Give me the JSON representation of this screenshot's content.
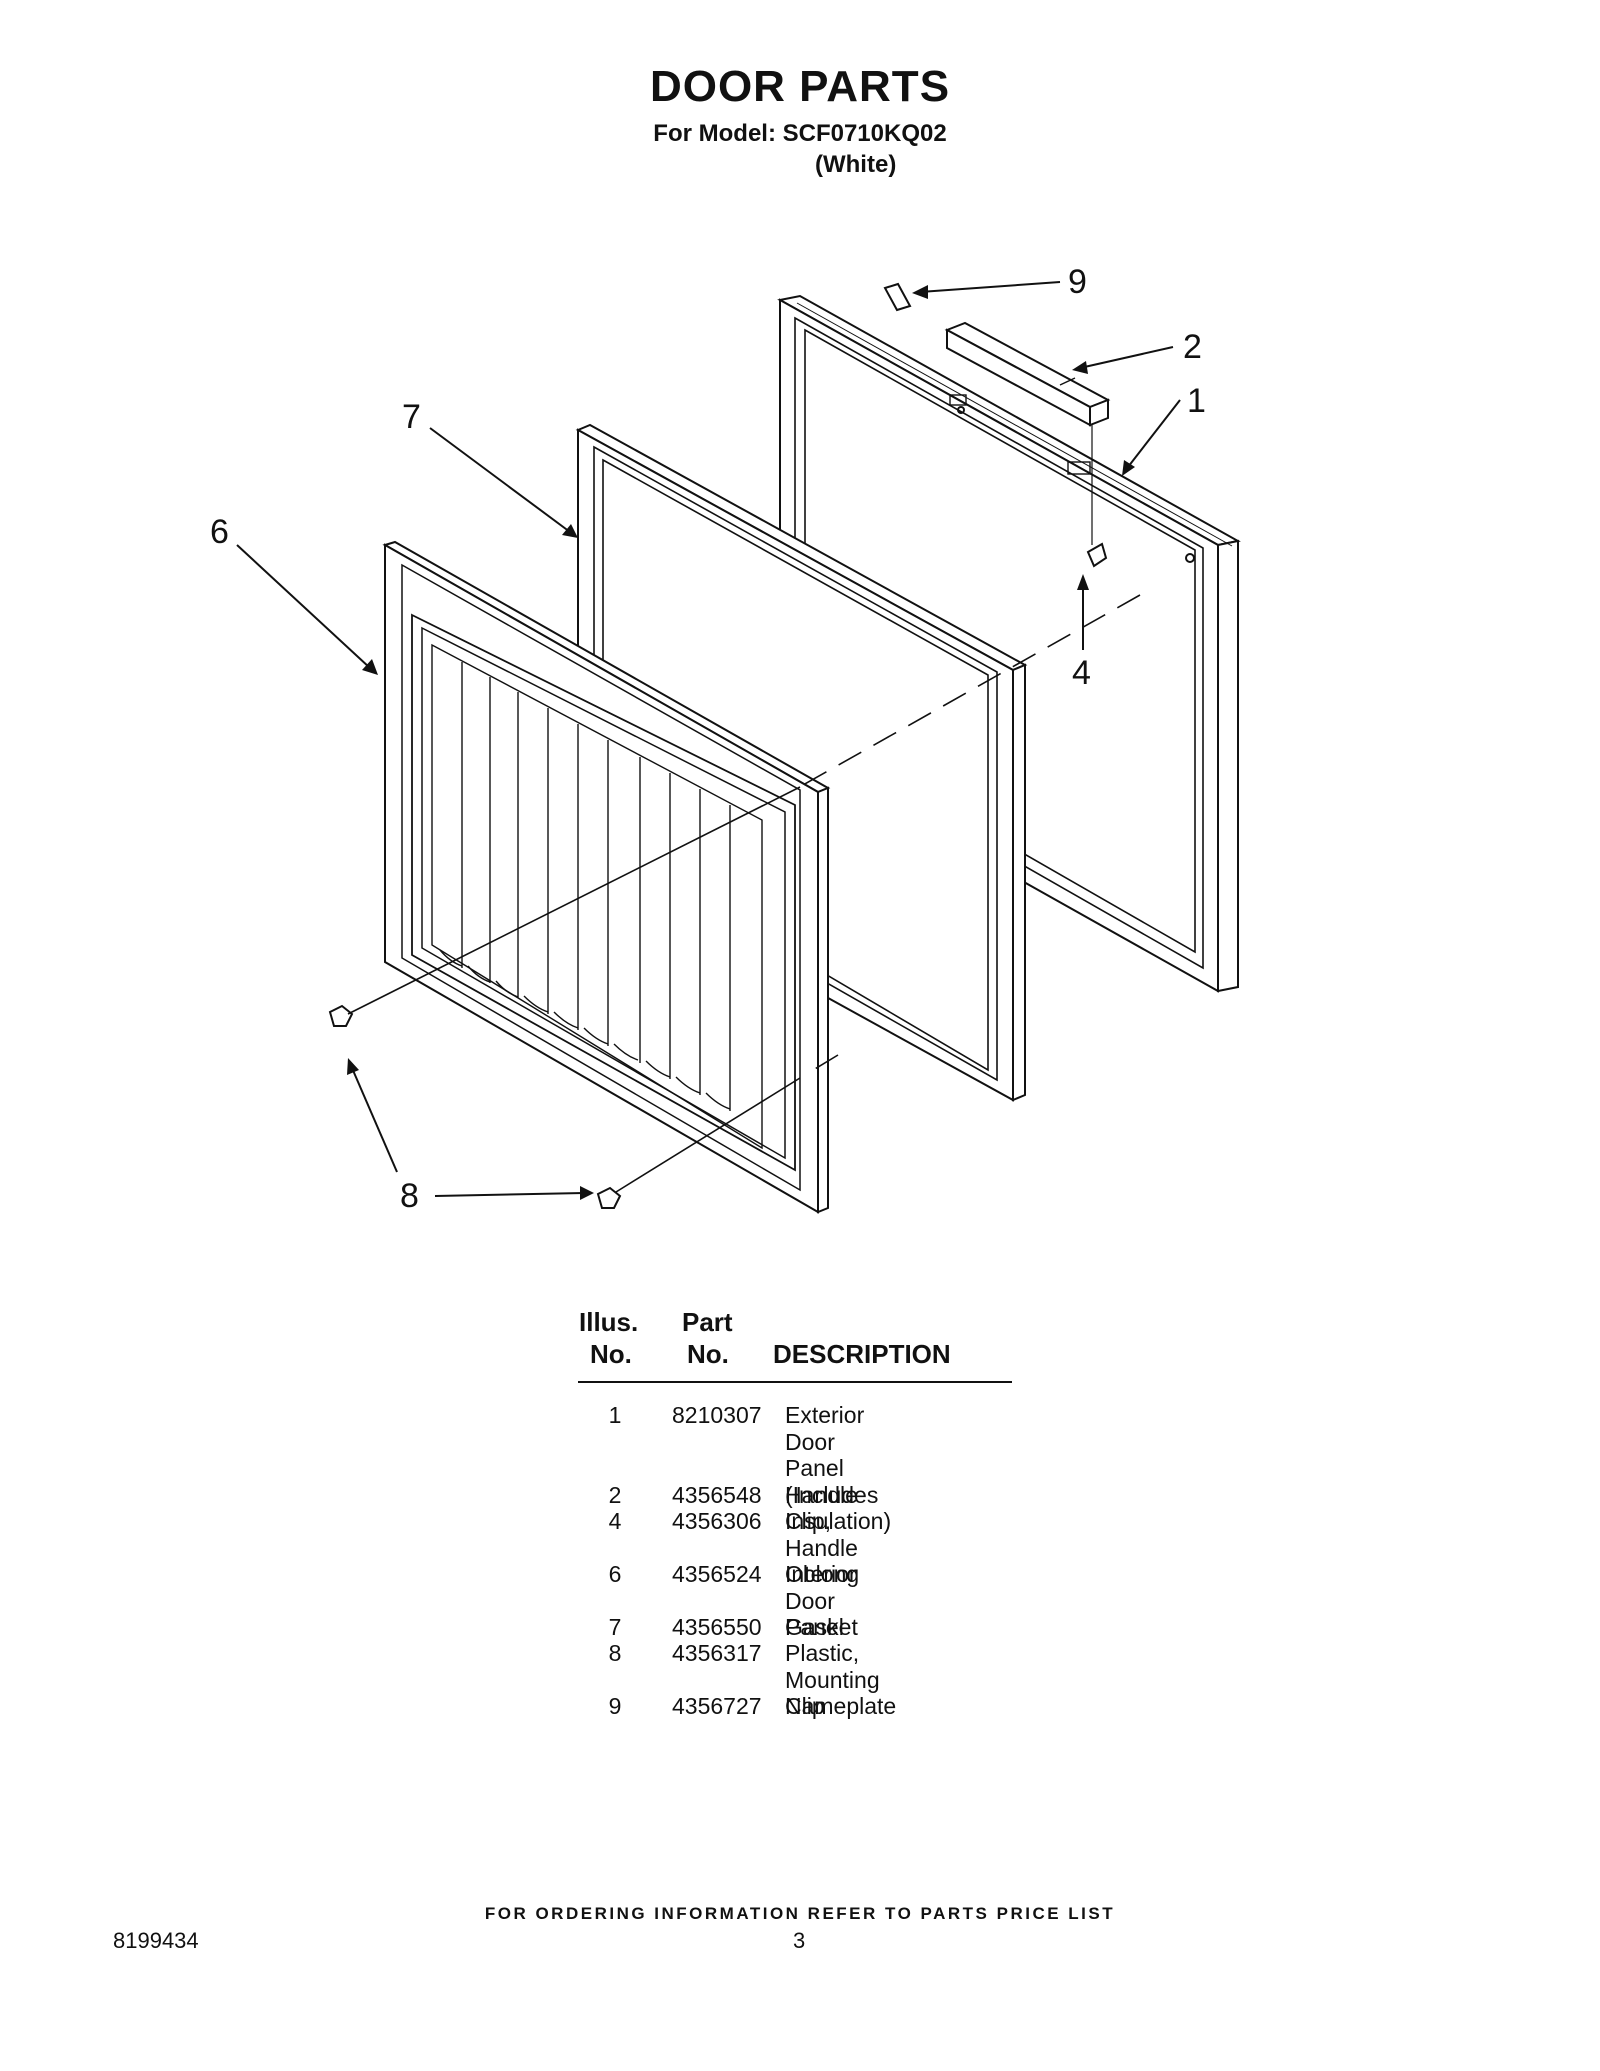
{
  "header": {
    "title": "DOOR PARTS",
    "model_line": "For Model: SCF0710KQ02",
    "color_line": "(White)"
  },
  "diagram": {
    "callouts": [
      "9",
      "2",
      "1",
      "7",
      "6",
      "4",
      "8"
    ]
  },
  "table": {
    "headers": {
      "illus_line1": "Illus.",
      "illus_line2": "No.",
      "part_line1": "Part",
      "part_line2": "No.",
      "description": "DESCRIPTION"
    },
    "rows": [
      {
        "illus": "1",
        "part": "8210307",
        "desc": "Exterior Door\nPanel (Includes\nInsulation)"
      },
      {
        "illus": "2",
        "part": "4356548",
        "desc": "Handle"
      },
      {
        "illus": "4",
        "part": "4356306",
        "desc": "Clip, Handle\nOblong"
      },
      {
        "illus": "6",
        "part": "4356524",
        "desc": "Interior Door\nPanel"
      },
      {
        "illus": "7",
        "part": "4356550",
        "desc": "Gasket"
      },
      {
        "illus": "8",
        "part": "4356317",
        "desc": "Plastic,\nMounting Clip"
      },
      {
        "illus": "9",
        "part": "4356727",
        "desc": "Nameplate"
      }
    ]
  },
  "footer": {
    "note": "FOR ORDERING INFORMATION REFER TO PARTS PRICE LIST",
    "doc_number": "8199434",
    "page_number": "3"
  }
}
